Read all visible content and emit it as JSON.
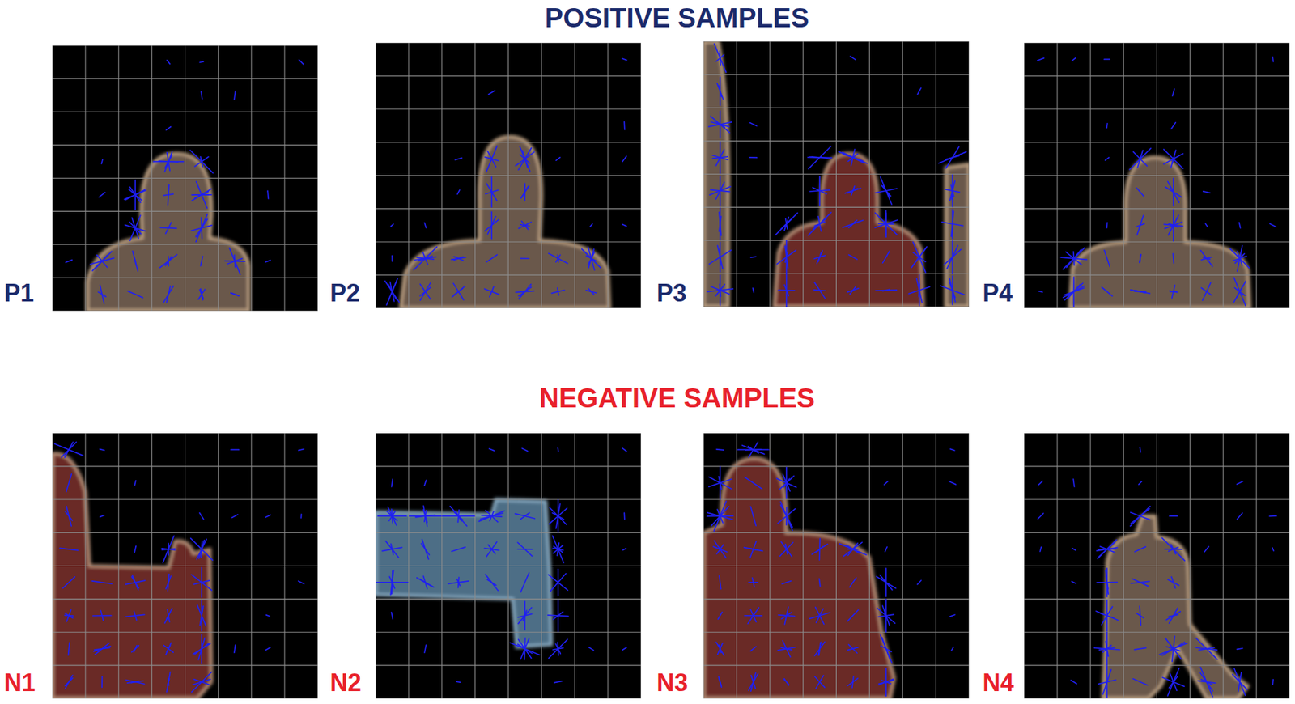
{
  "diagram": {
    "labels": [
      "POSITIVE SAMPLES",
      "P1",
      "P2",
      "P3",
      "P4",
      "NEGATIVE SAMPLES",
      "N1",
      "N2",
      "N3",
      "N4"
    ]
  }
}
